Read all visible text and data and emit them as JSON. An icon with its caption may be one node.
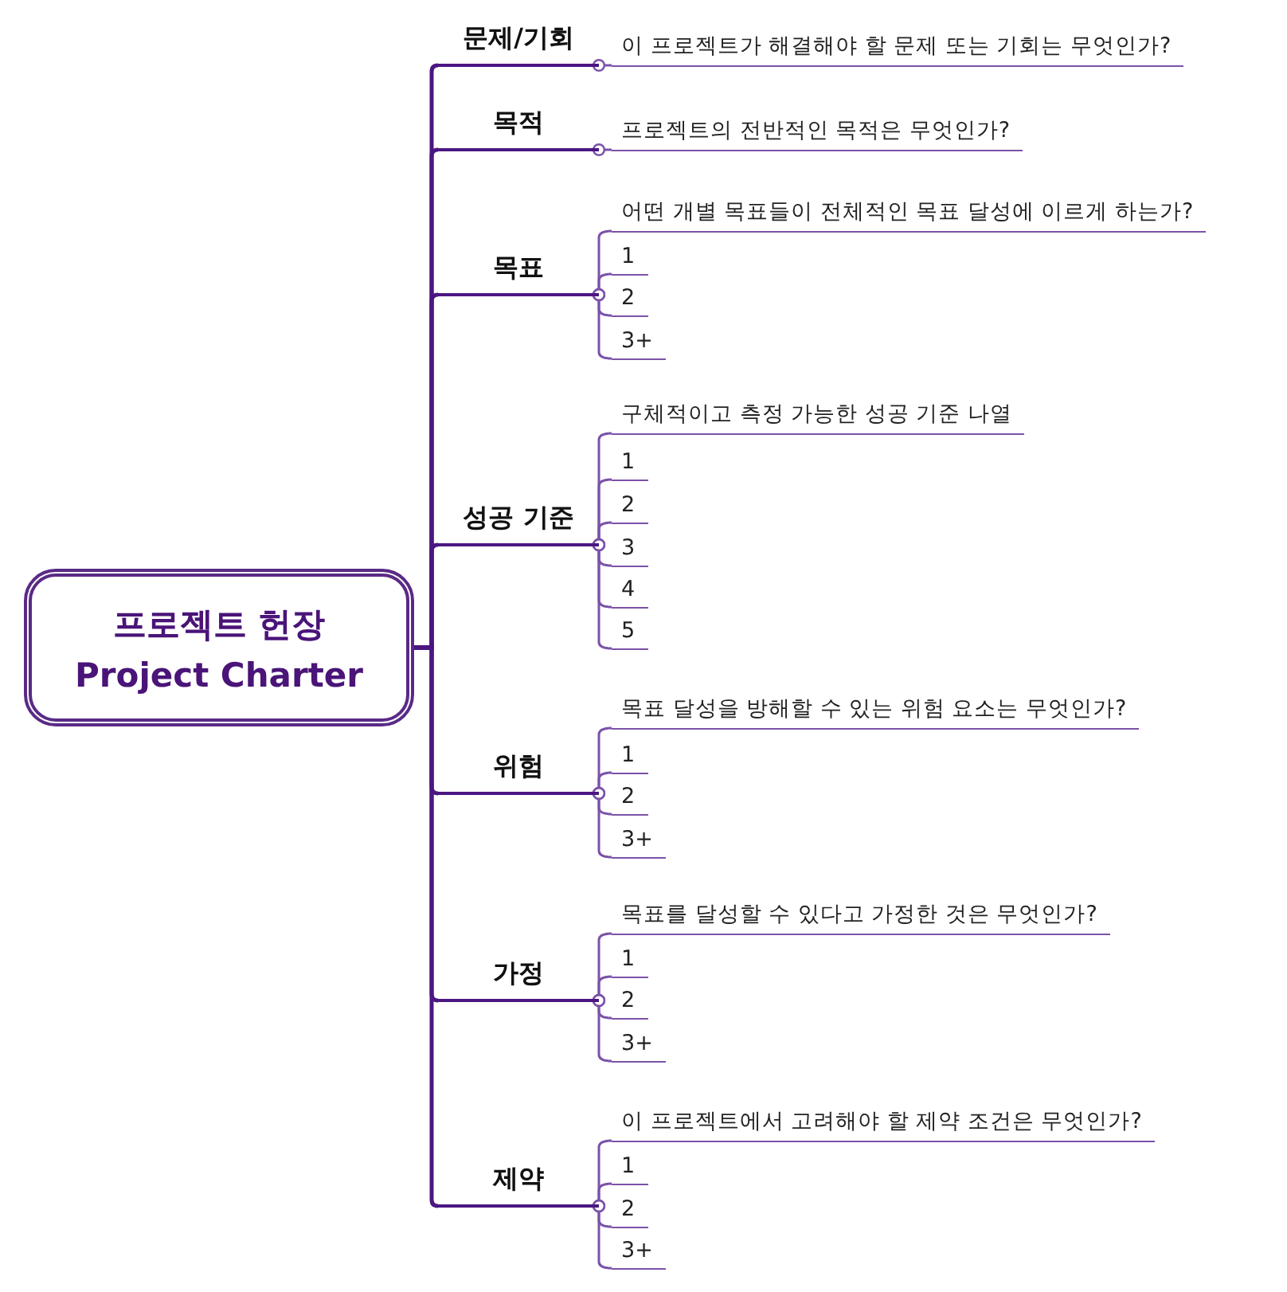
{
  "diagram": {
    "nodes": [
      {
        "text": [
          "프로젝트 헌장",
          "Project Charter"
        ]
      },
      {
        "text": [
          "문제/기회"
        ]
      },
      {
        "text": [
          "이 프로젝트가 해결해야 할 문제 또는 기회는 무엇인가?"
        ]
      },
      {
        "text": [
          "목적"
        ]
      },
      {
        "text": [
          "프로젝트의 전반적인 목적은 무엇인가?"
        ]
      },
      {
        "text": [
          "목표"
        ]
      },
      {
        "text": [
          "어떤 개별 목표들이 전체적인 목표 달성에 이르게 하는가?"
        ]
      },
      {
        "text": [
          "1"
        ]
      },
      {
        "text": [
          "2"
        ]
      },
      {
        "text": [
          "3+"
        ]
      },
      {
        "text": [
          "성공 기준"
        ]
      },
      {
        "text": [
          "구체적이고 측정 가능한 성공 기준 나열"
        ]
      },
      {
        "text": [
          "1"
        ]
      },
      {
        "text": [
          "2"
        ]
      },
      {
        "text": [
          "3"
        ]
      },
      {
        "text": [
          "4"
        ]
      },
      {
        "text": [
          "5"
        ]
      },
      {
        "text": [
          "위험"
        ]
      },
      {
        "text": [
          "목표 달성을 방해할 수 있는 위험 요소는 무엇인가?"
        ]
      },
      {
        "text": [
          "1"
        ]
      },
      {
        "text": [
          "2"
        ]
      },
      {
        "text": [
          "3+"
        ]
      },
      {
        "text": [
          "가정"
        ]
      },
      {
        "text": [
          "목표를 달성할 수 있다고 가정한 것은 무엇인가?"
        ]
      },
      {
        "text": [
          "1"
        ]
      },
      {
        "text": [
          "2"
        ]
      },
      {
        "text": [
          "3+"
        ]
      },
      {
        "text": [
          "제약"
        ]
      },
      {
        "text": [
          "이 프로젝트에서 고려해야 할 제약 조건은 무엇인가?"
        ]
      },
      {
        "text": [
          "1"
        ]
      },
      {
        "text": [
          "2"
        ]
      },
      {
        "text": [
          "3+"
        ]
      }
    ],
    "edges": [
      {
        "from": 0,
        "to": 1,
        "arrow": "none"
      },
      {
        "from": 0,
        "to": 3,
        "arrow": "none"
      },
      {
        "from": 0,
        "to": 5,
        "arrow": "none"
      },
      {
        "from": 0,
        "to": 10,
        "arrow": "none"
      },
      {
        "from": 0,
        "to": 17,
        "arrow": "none"
      },
      {
        "from": 0,
        "to": 22,
        "arrow": "none"
      },
      {
        "from": 0,
        "to": 27,
        "arrow": "none"
      },
      {
        "from": 1,
        "to": 2,
        "arrow": "other"
      },
      {
        "from": 3,
        "to": 4,
        "arrow": "other"
      },
      {
        "from": 5,
        "to": 6,
        "arrow": "other"
      },
      {
        "from": 5,
        "to": 7,
        "arrow": "other"
      },
      {
        "from": 5,
        "to": 8,
        "arrow": "other"
      },
      {
        "from": 5,
        "to": 9,
        "arrow": "other"
      },
      {
        "from": 10,
        "to": 11,
        "arrow": "other"
      },
      {
        "from": 10,
        "to": 12,
        "arrow": "other"
      },
      {
        "from": 10,
        "to": 13,
        "arrow": "other"
      },
      {
        "from": 10,
        "to": 14,
        "arrow": "other"
      },
      {
        "from": 10,
        "to": 15,
        "arrow": "other"
      },
      {
        "from": 10,
        "to": 16,
        "arrow": "other"
      },
      {
        "from": 17,
        "to": 18,
        "arrow": "other"
      },
      {
        "from": 17,
        "to": 19,
        "arrow": "other"
      },
      {
        "from": 17,
        "to": 20,
        "arrow": "other"
      },
      {
        "from": 17,
        "to": 21,
        "arrow": "other"
      },
      {
        "from": 22,
        "to": 23,
        "arrow": "other"
      },
      {
        "from": 22,
        "to": 24,
        "arrow": "other"
      },
      {
        "from": 22,
        "to": 25,
        "arrow": "other"
      },
      {
        "from": 22,
        "to": 26,
        "arrow": "other"
      },
      {
        "from": 27,
        "to": 28,
        "arrow": "other"
      },
      {
        "from": 27,
        "to": 29,
        "arrow": "other"
      },
      {
        "from": 27,
        "to": 30,
        "arrow": "other"
      },
      {
        "from": 27,
        "to": 31,
        "arrow": "other"
      }
    ]
  }
}
